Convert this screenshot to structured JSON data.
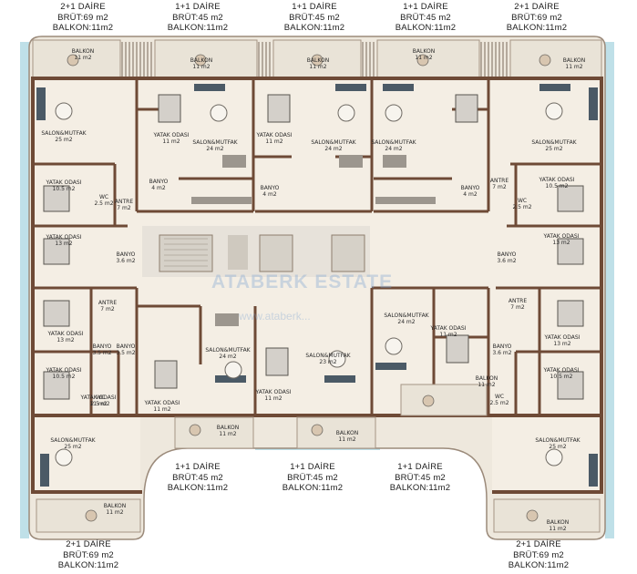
{
  "units": [
    {
      "id": "top-1",
      "title": "2+1 DAİRE",
      "brut": "BRÜT:69 m2",
      "balkon": "BALKON:11m2"
    },
    {
      "id": "top-2",
      "title": "1+1 DAİRE",
      "brut": "BRÜT:45 m2",
      "balkon": "BALKON:11m2"
    },
    {
      "id": "top-3",
      "title": "1+1 DAİRE",
      "brut": "BRÜT:45 m2",
      "balkon": "BALKON:11m2"
    },
    {
      "id": "top-4",
      "title": "1+1 DAİRE",
      "brut": "BRÜT:45 m2",
      "balkon": "BALKON:11m2"
    },
    {
      "id": "top-5",
      "title": "2+1 DAİRE",
      "brut": "BRÜT:69 m2",
      "balkon": "BALKON:11m2"
    },
    {
      "id": "bot-1",
      "title": "1+1 DAİRE",
      "brut": "BRÜT:45 m2",
      "balkon": "BALKON:11m2"
    },
    {
      "id": "bot-2",
      "title": "1+1 DAİRE",
      "brut": "BRÜT:45 m2",
      "balkon": "BALKON:11m2"
    },
    {
      "id": "bot-3",
      "title": "1+1 DAİRE",
      "brut": "BRÜT:45 m2",
      "balkon": "BALKON:11m2"
    },
    {
      "id": "bot-left",
      "title": "2+1 DAİRE",
      "brut": "BRÜT:69 m2",
      "balkon": "BALKON:11m2"
    },
    {
      "id": "bot-right",
      "title": "2+1 DAİRE",
      "brut": "BRÜT:69 m2",
      "balkon": "BALKON:11m2"
    }
  ],
  "rooms": [
    {
      "name": "BALKON",
      "area": "11 m2"
    },
    {
      "name": "BALKON",
      "area": "11 m2"
    },
    {
      "name": "BALKON",
      "area": "11 m2"
    },
    {
      "name": "BALKON",
      "area": "11 m2"
    },
    {
      "name": "BALKON",
      "area": "11 m2"
    },
    {
      "name": "SALON&MUTFAK",
      "area": "25 m2"
    },
    {
      "name": "YATAK ODASI",
      "area": "11 m2"
    },
    {
      "name": "SALON&MUTFAK",
      "area": "24 m2"
    },
    {
      "name": "YATAK ODASI",
      "area": "11 m2"
    },
    {
      "name": "SALON&MUTFAK",
      "area": "24 m2"
    },
    {
      "name": "SALON&MUTFAK",
      "area": "24 m2"
    },
    {
      "name": "SALON&MUTFAK",
      "area": "25 m2"
    },
    {
      "name": "BANYO",
      "area": "4 m2"
    },
    {
      "name": "BANYO",
      "area": "4 m2"
    },
    {
      "name": "BANYO",
      "area": "4 m2"
    },
    {
      "name": "YATAK ODASI",
      "area": "10.5 m2"
    },
    {
      "name": "WC",
      "area": "2.5 m2"
    },
    {
      "name": "ANTRE",
      "area": "7 m2"
    },
    {
      "name": "ANTRE",
      "area": "7 m2"
    },
    {
      "name": "WC",
      "area": "2.5 m2"
    },
    {
      "name": "YATAK ODASI",
      "area": "10.5 m2"
    },
    {
      "name": "YATAK ODASI",
      "area": "13 m2"
    },
    {
      "name": "BANYO",
      "area": "3.6 m2"
    },
    {
      "name": "BANYO",
      "area": "3.6 m2"
    },
    {
      "name": "YATAK ODASI",
      "area": "13 m2"
    },
    {
      "name": "ANTRE",
      "area": "7 m2"
    },
    {
      "name": "SALON&MUTFAK",
      "area": "24 m2"
    },
    {
      "name": "ANTRE",
      "area": "7 m2"
    },
    {
      "name": "YATAK ODASI",
      "area": "13 m2"
    },
    {
      "name": "BANYO",
      "area": "3.5 m2"
    },
    {
      "name": "SALON&MUTFAK",
      "area": "24 m2"
    },
    {
      "name": "SALON&MUTFAK",
      "area": "23 m2"
    },
    {
      "name": "YATAK ODASI",
      "area": "11 m2"
    },
    {
      "name": "BANYO",
      "area": "3.6 m2"
    },
    {
      "name": "YATAK ODASI",
      "area": "13 m2"
    },
    {
      "name": "YATAK ODASI",
      "area": "10.5 m2"
    },
    {
      "name": "WC",
      "area": "2.5 m2"
    },
    {
      "name": "YATAK ODASI",
      "area": "11 m2"
    },
    {
      "name": "YATAK ODASI",
      "area": "11 m2"
    },
    {
      "name": "BALKON",
      "area": "11 m2"
    },
    {
      "name": "WC",
      "area": "2.5 m2"
    },
    {
      "name": "YATAK ODASI",
      "area": "10.5 m2"
    },
    {
      "name": "BALKON",
      "area": "11 m2"
    },
    {
      "name": "BALKON",
      "area": "11 m2"
    },
    {
      "name": "SALON&MUTFAK",
      "area": "25 m2"
    },
    {
      "name": "SALON&MUTFAK",
      "area": "25 m2"
    },
    {
      "name": "BALKON",
      "area": "11 m2"
    },
    {
      "name": "BALKON",
      "area": "11 m2"
    },
    {
      "name": "YATAK ODASI",
      "area": "11 m2"
    },
    {
      "name": "BANYO",
      "area": "3.5 m2"
    }
  ],
  "watermark": {
    "brand": "ATABERK ESTATE",
    "url": "www.ataberk..."
  },
  "colors": {
    "floor": "#f5efe6",
    "wall": "#6e4a36",
    "balcony": "#eae5da",
    "glass": "#b9dde6",
    "furniture": "#8a8178",
    "sofa": "#4b5a66"
  }
}
